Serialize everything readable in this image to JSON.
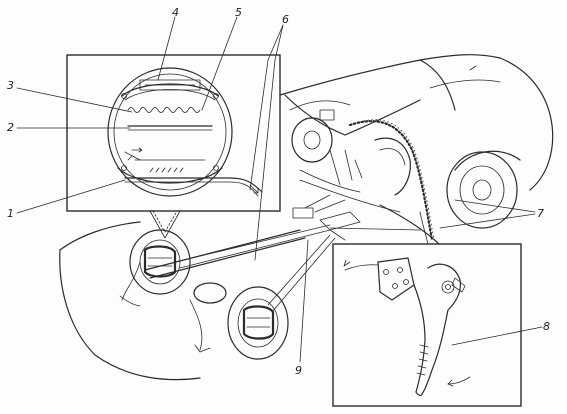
{
  "callouts": {
    "c1": "1",
    "c2": "2",
    "c3": "3",
    "c4": "4",
    "c5": "5",
    "c6": "6",
    "c7": "7",
    "c8": "8",
    "c9": "9"
  },
  "colors": {
    "ink": "#2b2b2b",
    "paper": "#fdfdfb"
  }
}
